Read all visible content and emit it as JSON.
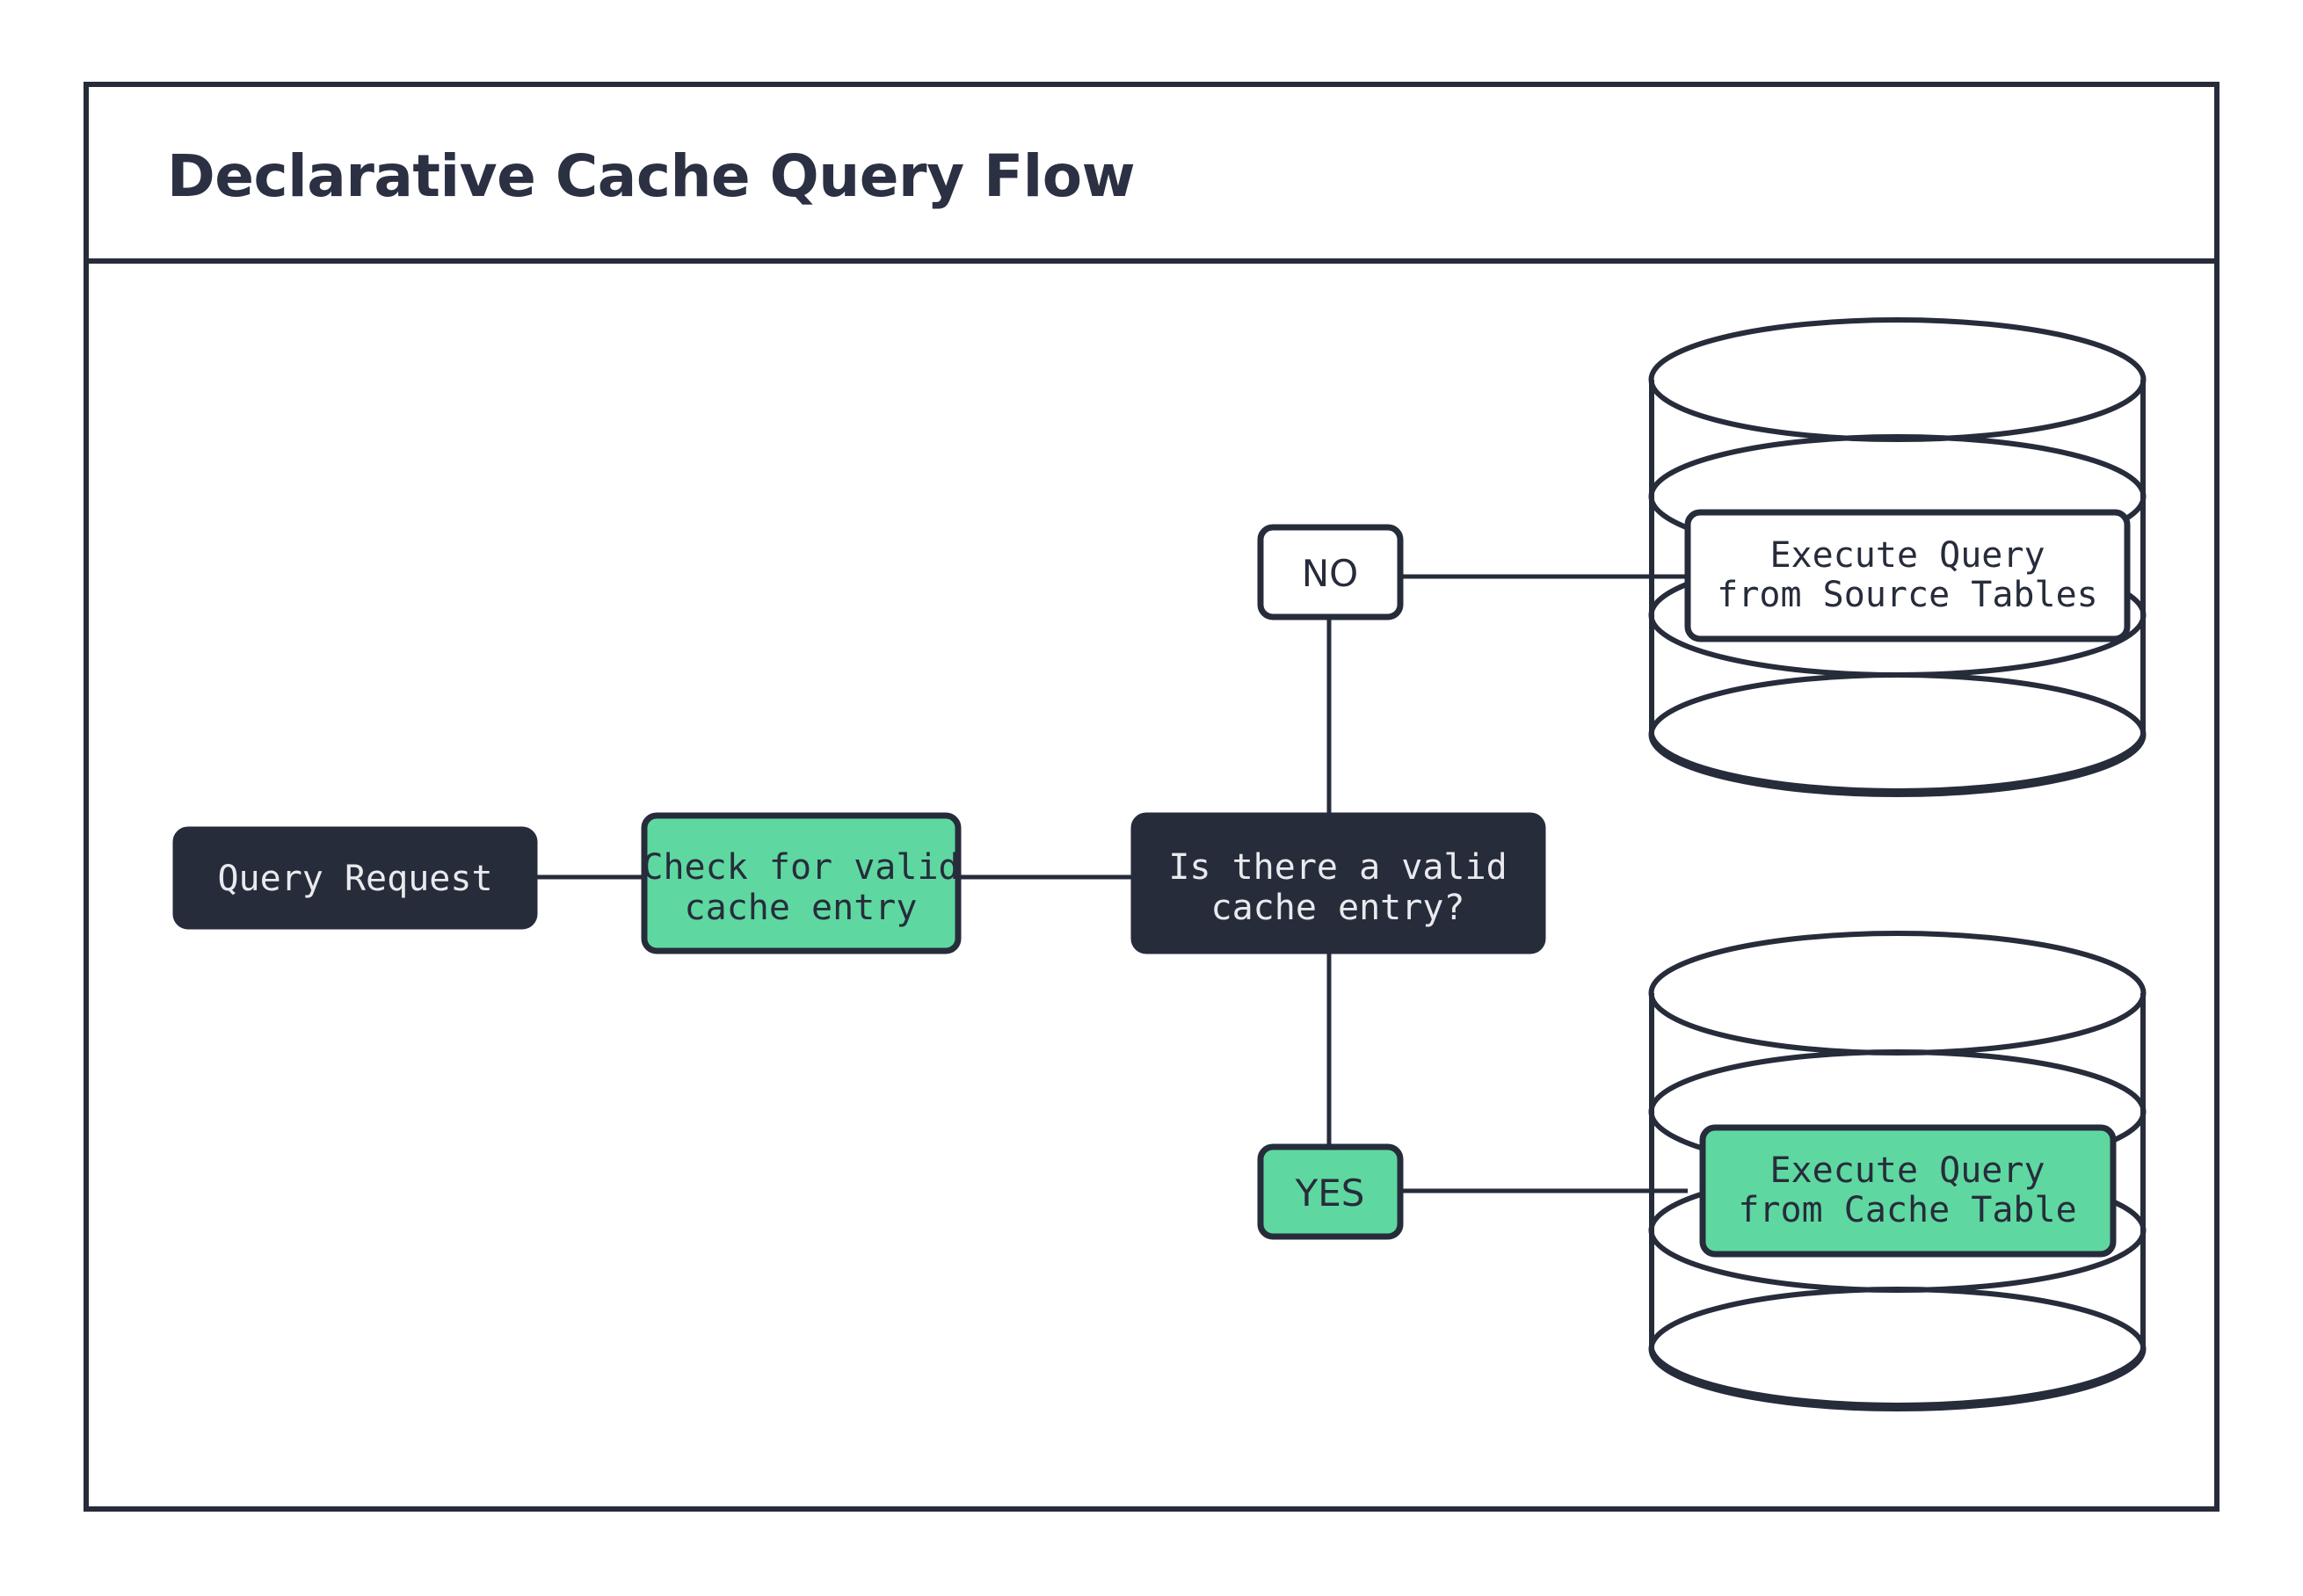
{
  "page": {
    "background": "#ffffff",
    "title": "Declarative Cache Query Flow"
  },
  "colors": {
    "dark_navy": "#272c3b",
    "green": "#5ed8a0",
    "white": "#ffffff",
    "text_on_dark": "#e9eaee",
    "stroke": "#272c3b"
  },
  "nodes": {
    "query_request": {
      "label": "Query Request",
      "style": "dark"
    },
    "check_cache": {
      "line1": "Check for valid",
      "line2": "cache entry",
      "style": "green"
    },
    "decision": {
      "line1": "Is there a valid",
      "line2": "cache entry?",
      "style": "dark"
    },
    "branch_no": {
      "label": "NO",
      "style": "white"
    },
    "branch_yes": {
      "label": "YES",
      "style": "green"
    },
    "source_query": {
      "line1": "Execute Query",
      "line2": "from Source Tables",
      "style": "white"
    },
    "cache_query": {
      "line1": "Execute Query",
      "line2": "from Cache Table",
      "style": "green"
    }
  },
  "shapes": {
    "database_source": "database-cylinder-icon",
    "database_cache": "database-cylinder-icon"
  },
  "chart_data": {
    "type": "diagram",
    "title": "Declarative Cache Query Flow",
    "flow": [
      {
        "from": "Query Request",
        "to": "Check for valid cache entry"
      },
      {
        "from": "Check for valid cache entry",
        "to": "Is there a valid cache entry?"
      },
      {
        "from": "Is there a valid cache entry?",
        "to": "NO",
        "branch": "NO"
      },
      {
        "from": "NO",
        "to": "Execute Query from Source Tables"
      },
      {
        "from": "Is there a valid cache entry?",
        "to": "YES",
        "branch": "YES"
      },
      {
        "from": "YES",
        "to": "Execute Query from Cache Table"
      }
    ]
  }
}
